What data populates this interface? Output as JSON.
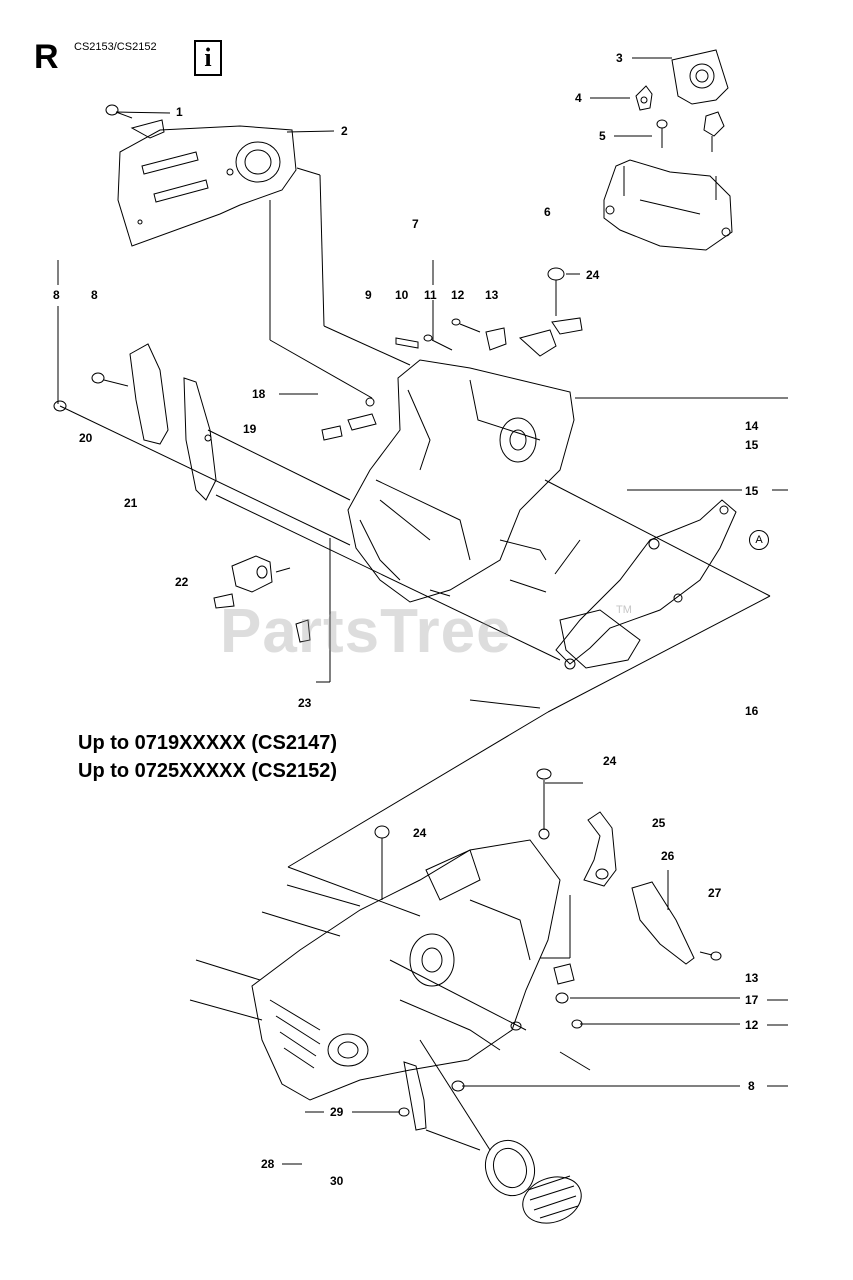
{
  "header": {
    "section_letter": "R",
    "model_text": "CS2153/CS2152",
    "info_icon": "info-wrench-icon",
    "info_glyph": "i"
  },
  "notes": {
    "line1": "Up to 0719XXXXX (CS2147)",
    "line2": "Up to 0725XXXXX (CS2152)"
  },
  "watermark": {
    "text": "PartsTree",
    "tm": "TM"
  },
  "reference_marker": "A",
  "part_labels": [
    {
      "id": "p1",
      "text": "1"
    },
    {
      "id": "p2",
      "text": "2"
    },
    {
      "id": "p3",
      "text": "3"
    },
    {
      "id": "p4",
      "text": "4"
    },
    {
      "id": "p5",
      "text": "5"
    },
    {
      "id": "p6",
      "text": "6"
    },
    {
      "id": "p7",
      "text": "7"
    },
    {
      "id": "p8a",
      "text": "8"
    },
    {
      "id": "p8b",
      "text": "8"
    },
    {
      "id": "p9",
      "text": "9"
    },
    {
      "id": "p10",
      "text": "10"
    },
    {
      "id": "p11",
      "text": "11"
    },
    {
      "id": "p12a",
      "text": "12"
    },
    {
      "id": "p13a",
      "text": "13"
    },
    {
      "id": "p24a",
      "text": "24"
    },
    {
      "id": "p18",
      "text": "18"
    },
    {
      "id": "p19",
      "text": "19"
    },
    {
      "id": "p14",
      "text": "14"
    },
    {
      "id": "p15a",
      "text": "15"
    },
    {
      "id": "p15b",
      "text": "15"
    },
    {
      "id": "p20",
      "text": "20"
    },
    {
      "id": "p21",
      "text": "21"
    },
    {
      "id": "p22",
      "text": "22"
    },
    {
      "id": "p23",
      "text": "23"
    },
    {
      "id": "p16",
      "text": "16"
    },
    {
      "id": "p24b",
      "text": "24"
    },
    {
      "id": "p24c",
      "text": "24"
    },
    {
      "id": "p25",
      "text": "25"
    },
    {
      "id": "p26",
      "text": "26"
    },
    {
      "id": "p27",
      "text": "27"
    },
    {
      "id": "p13b",
      "text": "13"
    },
    {
      "id": "p17",
      "text": "17"
    },
    {
      "id": "p12b",
      "text": "12"
    },
    {
      "id": "p8c",
      "text": "8"
    },
    {
      "id": "p29",
      "text": "29"
    },
    {
      "id": "p28",
      "text": "28"
    },
    {
      "id": "p30",
      "text": "30"
    }
  ]
}
